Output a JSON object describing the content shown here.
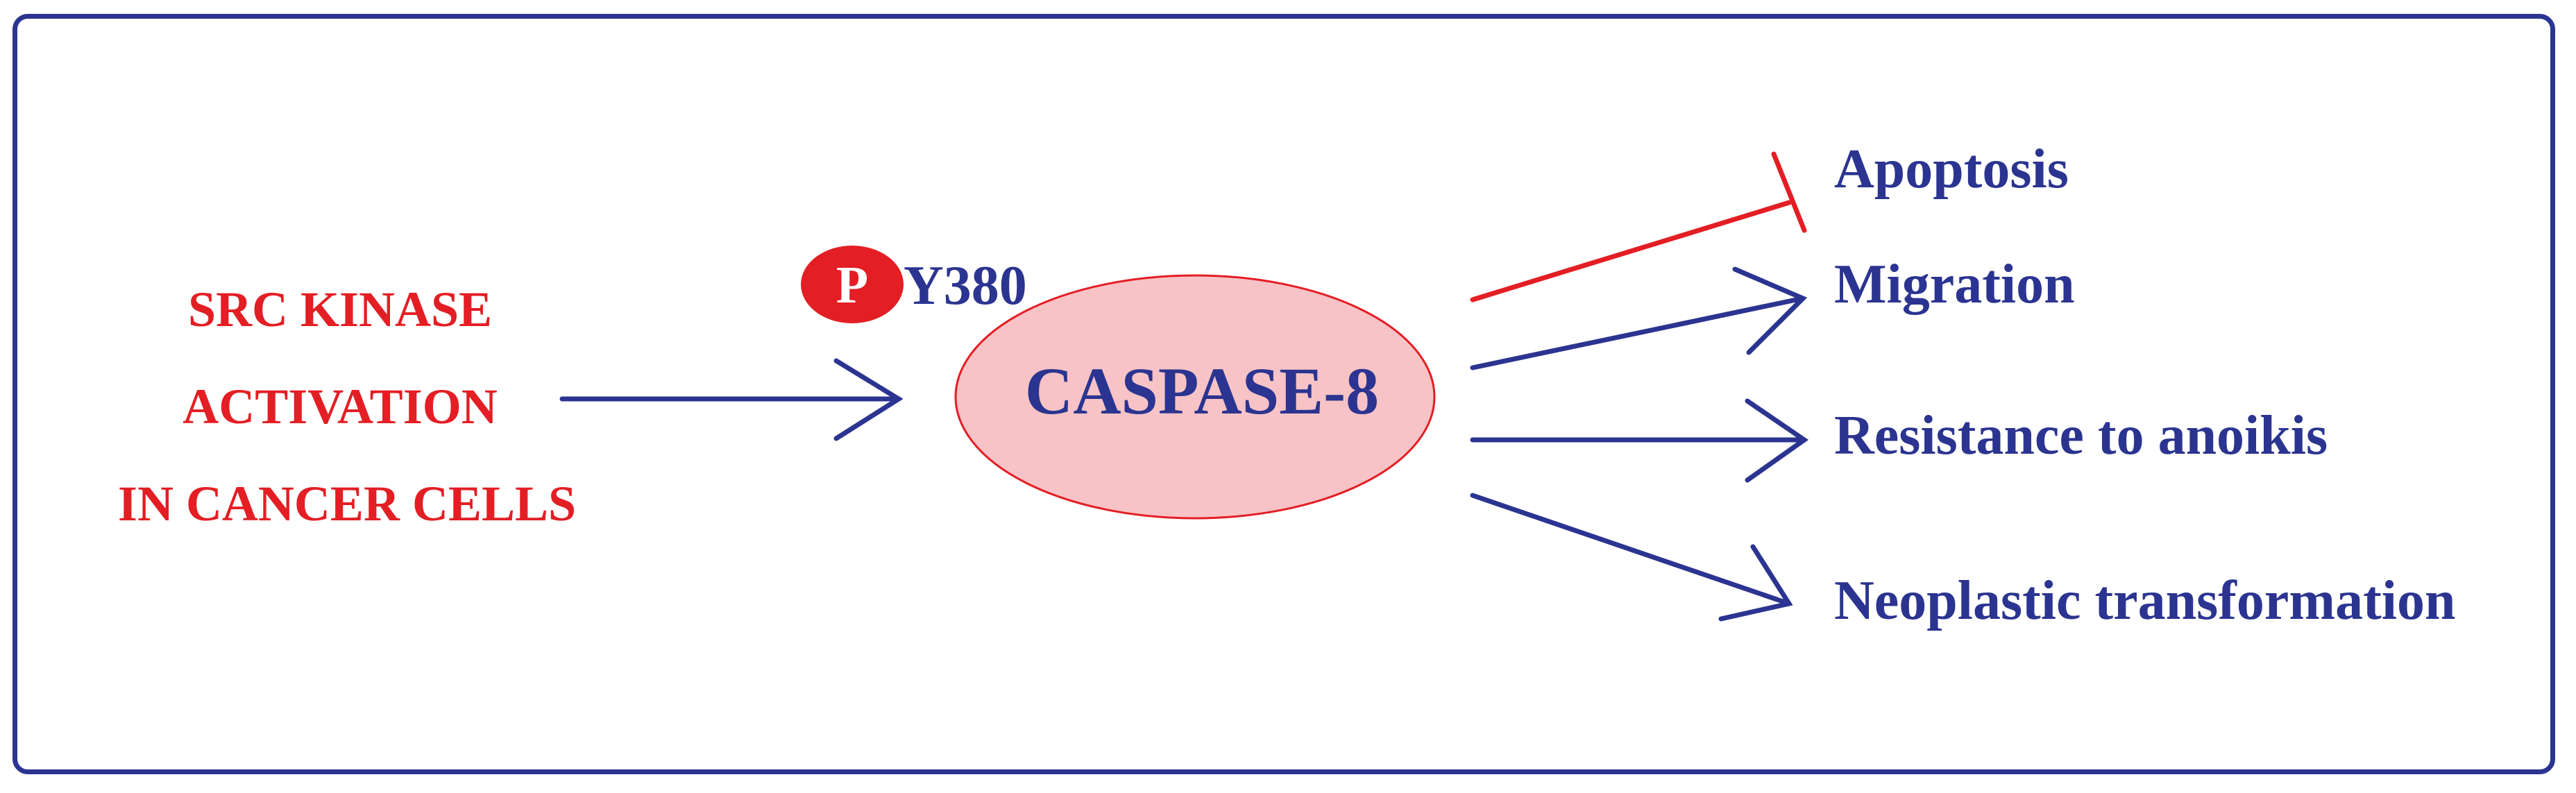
{
  "colors": {
    "red": "#e31e24",
    "blue": "#2b3490",
    "ellipse_fill": "#f7c3c6",
    "ellipse_stroke": "#e31e24",
    "border": "#2b3490"
  },
  "source": {
    "line1": "SRC KINASE",
    "line2": "ACTIVATION",
    "line3": "IN CANCER CELLS"
  },
  "phospho": {
    "badge": "P",
    "site": "Y380"
  },
  "center": {
    "label": "CASPASE-8"
  },
  "outcomes": {
    "apoptosis": "Apoptosis",
    "migration": "Migration",
    "anoikis": "Resistance to anoikis",
    "neoplastic": "Neoplastic transformation"
  }
}
